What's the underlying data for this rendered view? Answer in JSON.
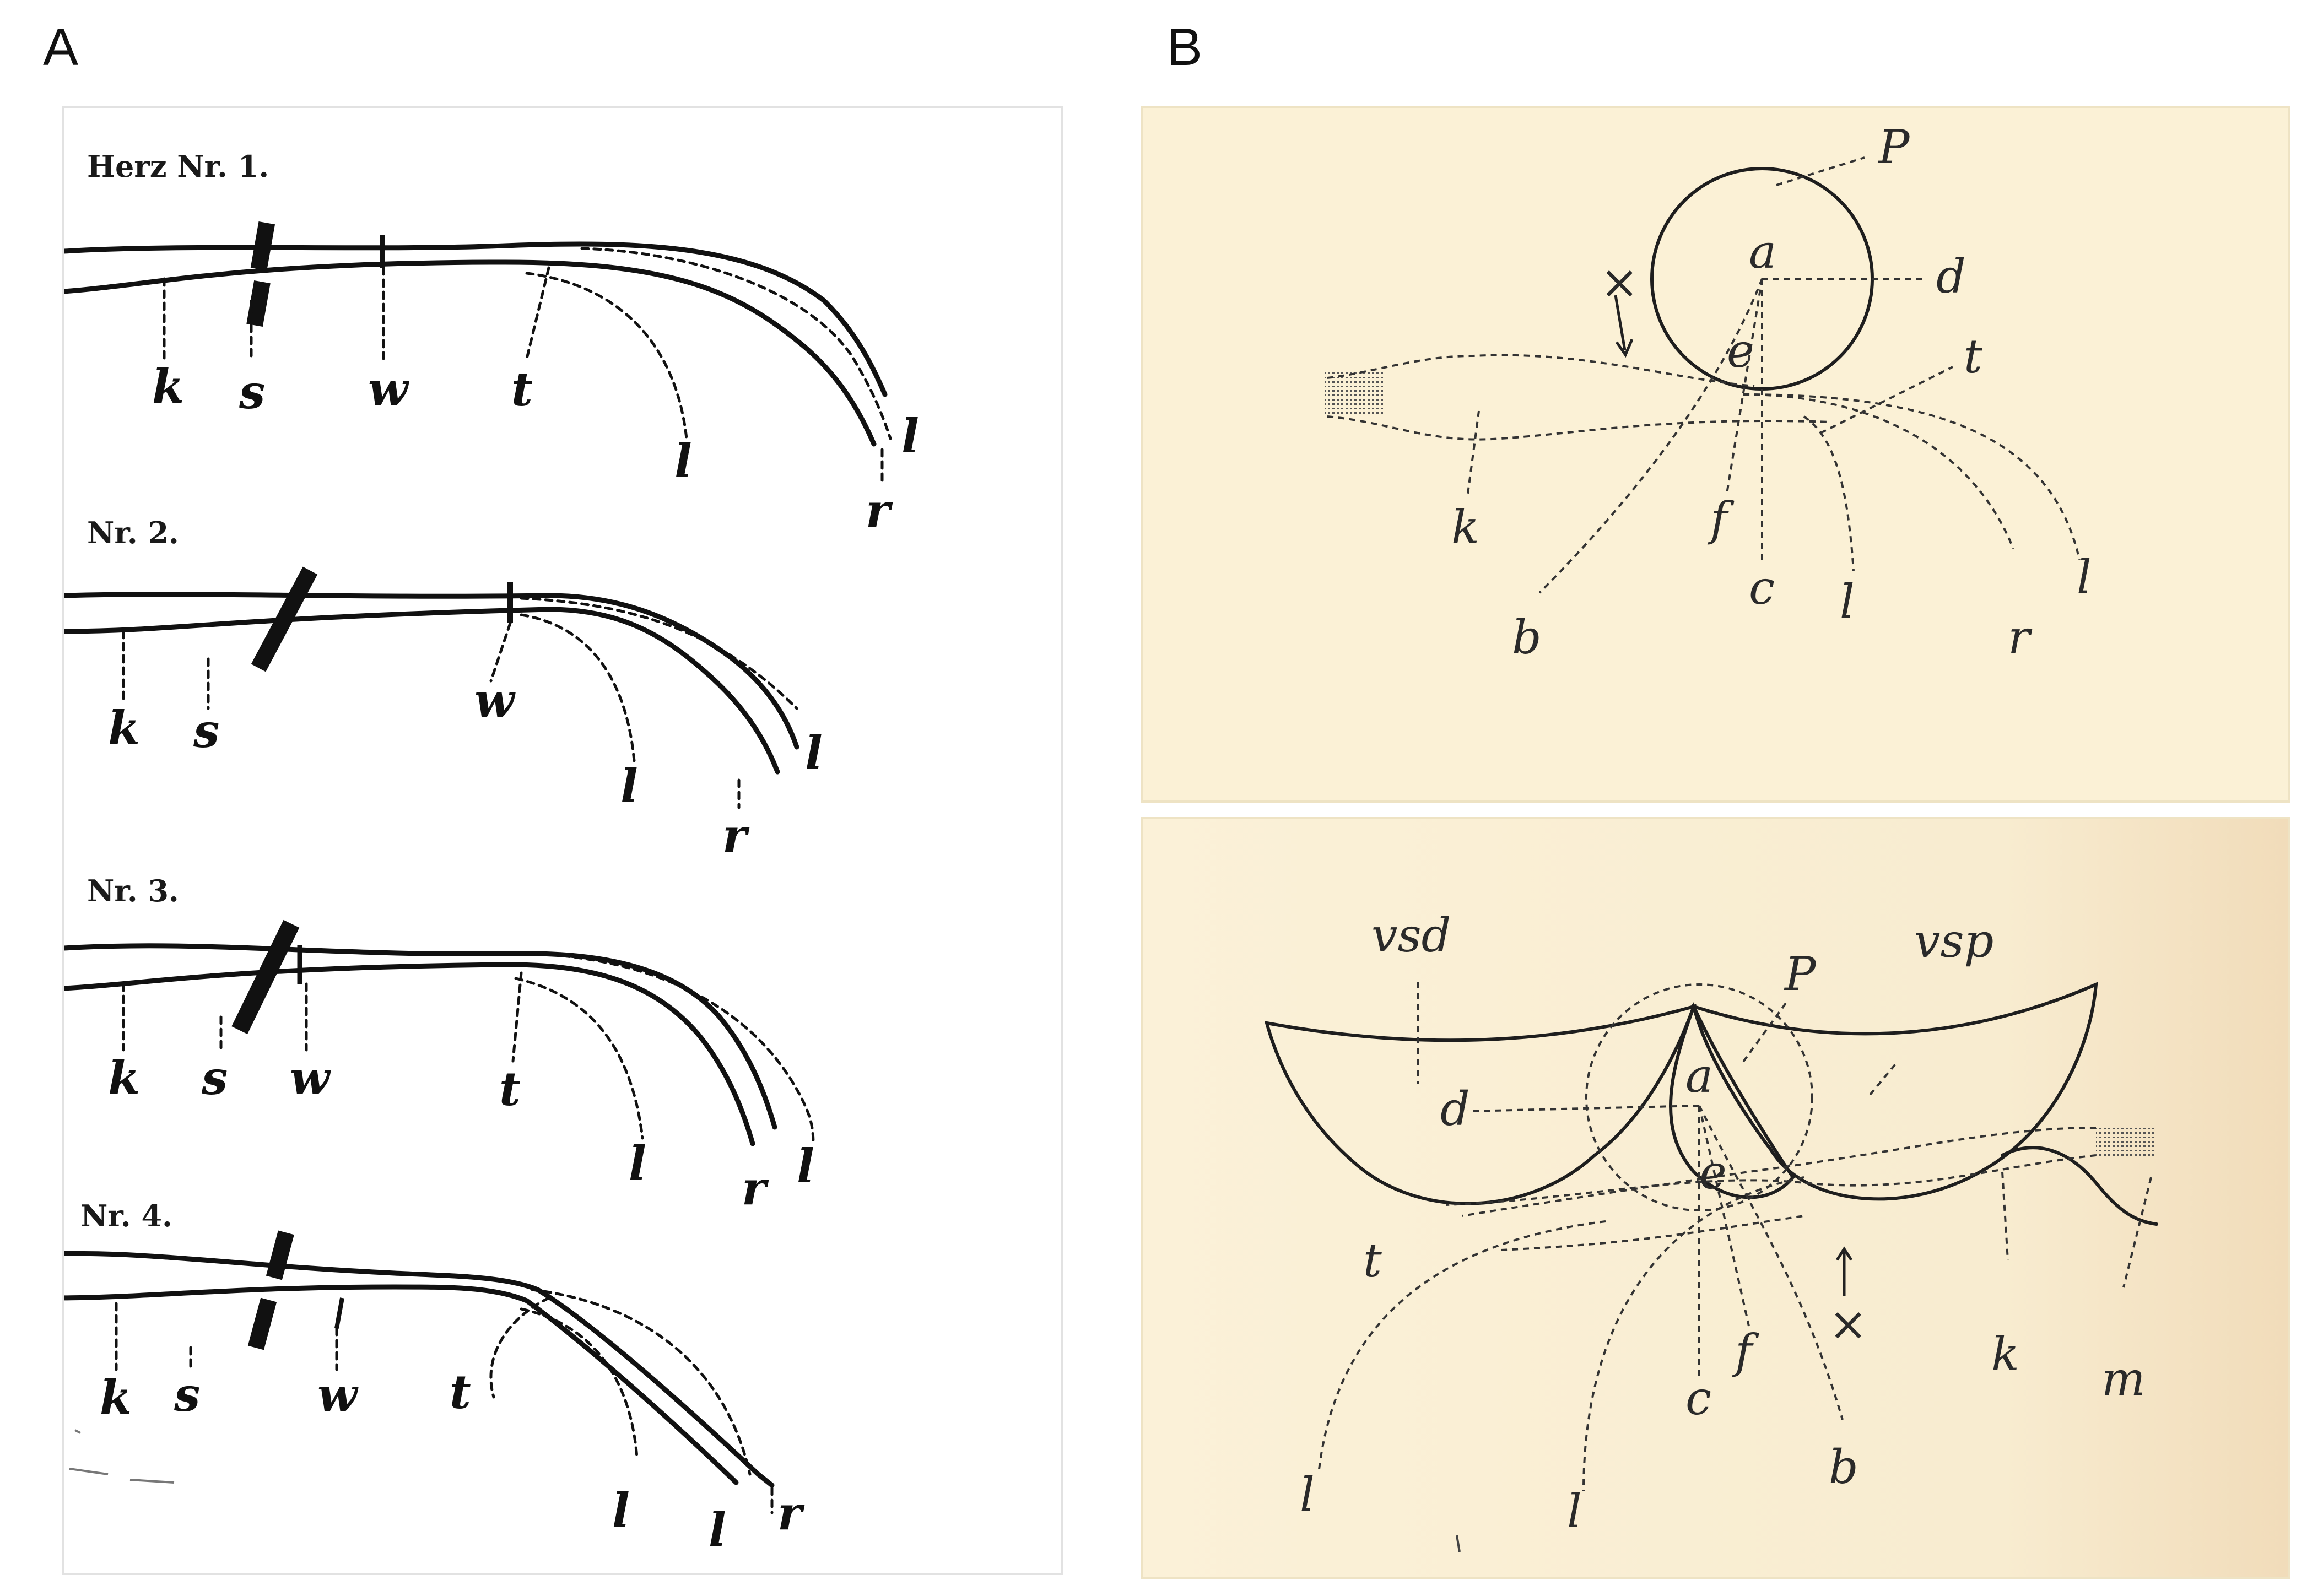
{
  "panels": {
    "a": {
      "letter": "A",
      "hearts": [
        {
          "title": "Herz Nr. 1.",
          "labels": [
            "k",
            "s",
            "w",
            "t",
            "l",
            "r",
            "l"
          ]
        },
        {
          "title": "Nr. 2.",
          "labels": [
            "k",
            "s",
            "w",
            "l",
            "r",
            "l"
          ]
        },
        {
          "title": "Nr. 3.",
          "labels": [
            "k",
            "s",
            "w",
            "t",
            "l",
            "r",
            "l"
          ]
        },
        {
          "title": "Nr. 4.",
          "labels": [
            "k",
            "s",
            "w",
            "t",
            "l",
            "l",
            "r"
          ]
        }
      ]
    },
    "b": {
      "letter": "B",
      "top": {
        "labels": [
          "P",
          "a",
          "d",
          "×",
          "e",
          "t",
          "k",
          "f",
          "c",
          "l",
          "r",
          "l",
          "b"
        ]
      },
      "bottom": {
        "labels": [
          "vsd",
          "P",
          "vsp",
          "a",
          "d",
          "e",
          "t",
          "c",
          "f",
          "×",
          "k",
          "m",
          "b",
          "l",
          "l"
        ]
      }
    }
  }
}
